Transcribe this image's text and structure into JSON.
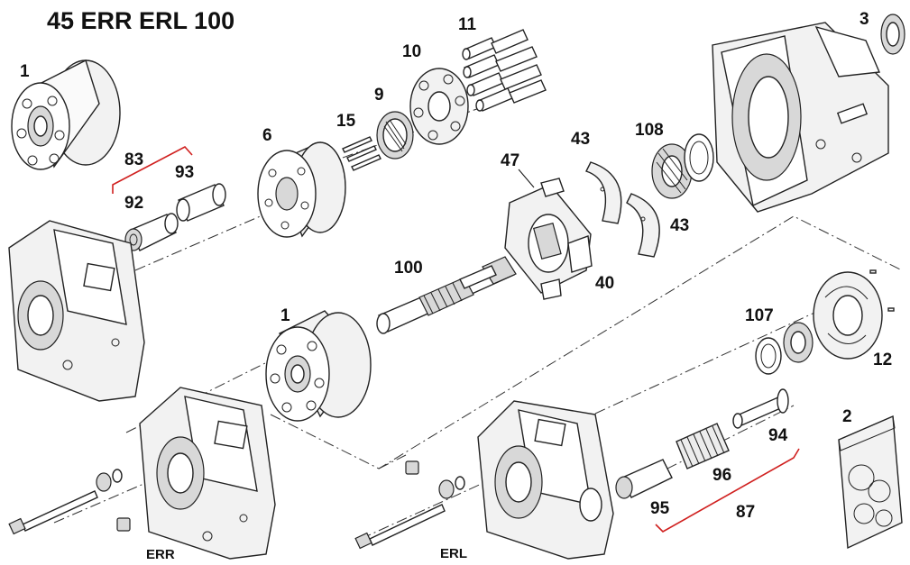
{
  "title": "45  ERR ERL 100",
  "labels": {
    "p1_top": "1",
    "p83": "83",
    "p93": "93",
    "p92": "92",
    "p6": "6",
    "p15": "15",
    "p9": "9",
    "p10": "10",
    "p11": "11",
    "p3": "3",
    "p108": "108",
    "p43_top": "43",
    "p47": "47",
    "p43_bot": "43",
    "p40": "40",
    "p100": "100",
    "p1_mid": "1",
    "p107": "107",
    "p12": "12",
    "p2": "2",
    "p94": "94",
    "p96": "96",
    "p95": "95",
    "p87": "87",
    "err": "ERR",
    "erl": "ERL"
  },
  "colors": {
    "kit_bracket": "#d0201f",
    "line": "#222222",
    "background": "#ffffff"
  }
}
